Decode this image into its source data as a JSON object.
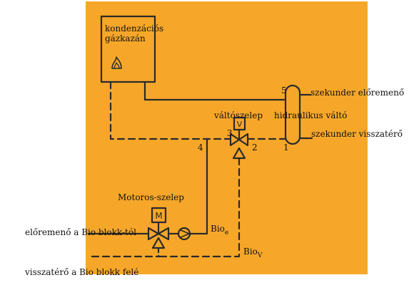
{
  "colors": {
    "background": "#F6A729",
    "line": "#2a2a2a",
    "page": "#ffffff"
  },
  "labels": {
    "boiler_line1": "kondenzációs",
    "boiler_line2": "gázkazán",
    "switch_valve": "váltószelep",
    "hydraulic_switch": "hidraulikus váltó",
    "secondary_supply": "szekunder előremenő",
    "secondary_return": "szekunder visszatérő",
    "motor_valve": "Motoros-szelep",
    "supply_from_bio": "előremenő a Bio blokk-tól",
    "return_to_bio": "visszatérő a Bio blokk felé",
    "bio_e_main": "Bio",
    "bio_e_sub": "e",
    "bio_v_main": "Bio",
    "bio_v_sub": "V",
    "motor_letter": "M",
    "valve_letter": "V"
  },
  "ports": {
    "p1": "1",
    "p2": "2",
    "p3": "3",
    "p4": "4",
    "p5": "5"
  },
  "icons": {
    "boiler_symbol": "flame-icon",
    "pump": "pump-icon"
  }
}
